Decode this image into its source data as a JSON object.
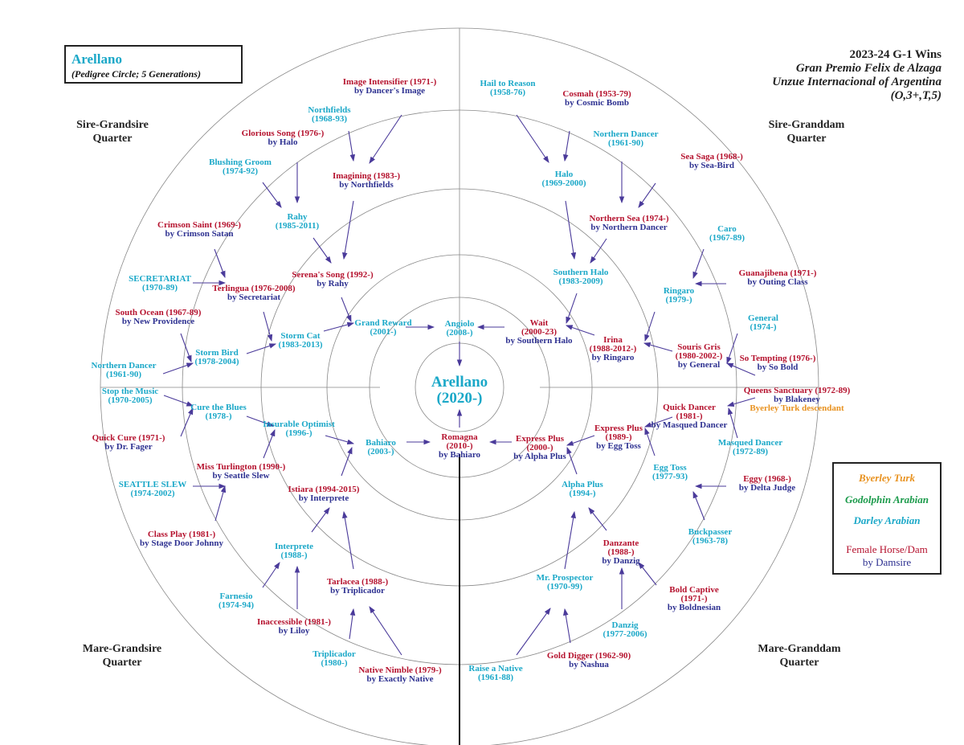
{
  "title_box": {
    "horse": "Arellano",
    "subtitle": "(Pedigree Circle; 5 Generations)"
  },
  "race_title": {
    "line1": "2023-24 G-1 Wins",
    "line2": "Gran Premio Felix de Alzaga",
    "line3": "Unzue Internacional of Argentina",
    "line4": "(O,3+,T,5)"
  },
  "quarters": {
    "sire_grandsire": [
      "Sire-Grandsire",
      "Quarter"
    ],
    "sire_granddam": [
      "Sire-Granddam",
      "Quarter"
    ],
    "mare_grandsire": [
      "Mare-Grandsire",
      "Quarter"
    ],
    "mare_granddam": [
      "Mare-Granddam",
      "Quarter"
    ]
  },
  "legend": {
    "byerley": "Byerley Turk",
    "godolphin": "Godolphin Arabian",
    "darley": "Darley Arabian",
    "female": "Female Horse/Dam",
    "damsire": "by Damsire"
  },
  "colors": {
    "sire": "#1ba8c8",
    "dam": "#b5122e",
    "damsire": "#2e3191",
    "byerley": "#e8911e",
    "godolphin": "#1a9a4a",
    "darley": "#1ba8c8"
  },
  "nodes": [
    {
      "type": "center",
      "lines": [
        "Arellano",
        "(2020-)"
      ]
    },
    {
      "type": "sire",
      "lines": [
        "Angiolo",
        "(2008-)"
      ]
    },
    {
      "type": "dam",
      "lines": [
        "Romagna",
        "(2010-)",
        "by Bahiaro"
      ]
    },
    {
      "type": "sire",
      "lines": [
        "Grand Reward",
        "(2001-)"
      ]
    },
    {
      "type": "dam",
      "lines": [
        "Wait",
        "(2000-23)",
        "by Southern Halo"
      ]
    },
    {
      "type": "sire",
      "lines": [
        "Bahiaro",
        "(2003-)"
      ]
    },
    {
      "type": "dam",
      "lines": [
        "Express Plus",
        "(2000-)",
        "by Alpha Plus"
      ]
    },
    {
      "type": "sire",
      "lines": [
        "Storm Cat",
        "(1983-2013)"
      ]
    },
    {
      "type": "dam",
      "lines": [
        "Serena's Song (1992-)",
        "by Rahy"
      ]
    },
    {
      "type": "sire",
      "lines": [
        "Southern Halo",
        "(1983-2009)"
      ]
    },
    {
      "type": "dam",
      "lines": [
        "Irina",
        "(1988-2012-)",
        "by Ringaro"
      ]
    },
    {
      "type": "sire",
      "lines": [
        "Insurable Optimist",
        "(1996-)"
      ]
    },
    {
      "type": "dam",
      "lines": [
        "Istiara (1994-2015)",
        "by Interprete"
      ]
    },
    {
      "type": "sire",
      "lines": [
        "Alpha Plus",
        "(1994-)"
      ]
    },
    {
      "type": "dam",
      "lines": [
        "Express Plus",
        "(1989-)",
        "by Egg Toss"
      ]
    },
    {
      "type": "sire",
      "lines": [
        "Rahy",
        "(1985-2011)"
      ]
    },
    {
      "type": "dam",
      "lines": [
        "Imagining (1983-)",
        "by Northfields"
      ]
    },
    {
      "type": "dam",
      "lines": [
        "Terlingua (1976-2008)",
        "by Secretariat"
      ]
    },
    {
      "type": "sire",
      "lines": [
        "Storm Bird",
        "(1978-2004)"
      ]
    },
    {
      "type": "sire",
      "lines": [
        "Halo",
        "(1969-2000)"
      ]
    },
    {
      "type": "dam",
      "lines": [
        "Northern Sea (1974-)",
        "by Northern Dancer"
      ]
    },
    {
      "type": "sire",
      "lines": [
        "Ringaro",
        "(1979-)"
      ]
    },
    {
      "type": "dam",
      "lines": [
        "Souris Gris",
        "(1980-2002-)",
        "by General"
      ]
    },
    {
      "type": "sire",
      "lines": [
        "Cure the Blues",
        "(1978-)"
      ]
    },
    {
      "type": "dam",
      "lines": [
        "Miss Turlington (1990-)",
        "by Seattle Slew"
      ]
    },
    {
      "type": "sire",
      "lines": [
        "Interprete",
        "(1988-)"
      ]
    },
    {
      "type": "dam",
      "lines": [
        "Tarlacea (1988-)",
        "by Triplicador"
      ]
    },
    {
      "type": "sire",
      "lines": [
        "Mr. Prospector",
        "(1970-99)"
      ]
    },
    {
      "type": "dam",
      "lines": [
        "Danzante",
        "(1988-)",
        "by Danzig"
      ]
    },
    {
      "type": "sire",
      "lines": [
        "Egg Toss",
        "(1977-93)"
      ]
    },
    {
      "type": "dam",
      "lines": [
        "Quick Dancer",
        "(1981-)",
        "by Masqued Dancer"
      ]
    },
    {
      "type": "dam",
      "lines": [
        "Image Intensifier (1971-)",
        "by Dancer's Image"
      ]
    },
    {
      "type": "sire",
      "lines": [
        "Northfields",
        "(1968-93)"
      ]
    },
    {
      "type": "dam",
      "lines": [
        "Glorious Song (1976-)",
        "by Halo"
      ]
    },
    {
      "type": "sire",
      "lines": [
        "Blushing Groom",
        "(1974-92)"
      ]
    },
    {
      "type": "dam",
      "lines": [
        "Crimson Saint (1969-)",
        "by Crimson Satan"
      ]
    },
    {
      "type": "sire",
      "lines": [
        "SECRETARIAT",
        "(1970-89)"
      ]
    },
    {
      "type": "dam",
      "lines": [
        "South Ocean (1967-89)",
        "by New Providence"
      ]
    },
    {
      "type": "sire",
      "lines": [
        "Northern Dancer",
        "(1961-90)"
      ]
    },
    {
      "type": "sire",
      "lines": [
        "Stop the Music",
        "(1970-2005)"
      ]
    },
    {
      "type": "dam",
      "lines": [
        "Quick Cure (1971-)",
        "by Dr. Fager"
      ]
    },
    {
      "type": "sire",
      "lines": [
        "SEATTLE SLEW",
        "(1974-2002)"
      ]
    },
    {
      "type": "dam",
      "lines": [
        "Class Play (1981-)",
        "by Stage Door Johnny"
      ]
    },
    {
      "type": "sire",
      "lines": [
        "Farnesio",
        "(1974-94)"
      ]
    },
    {
      "type": "dam",
      "lines": [
        "Inaccessible (1981-)",
        "by Liloy"
      ]
    },
    {
      "type": "sire",
      "lines": [
        "Triplicador",
        "(1980-)"
      ]
    },
    {
      "type": "dam",
      "lines": [
        "Native Nimble (1979-)",
        "by Exactly Native"
      ]
    },
    {
      "type": "sire",
      "lines": [
        "Raise a Native",
        "(1961-88)"
      ]
    },
    {
      "type": "dam",
      "lines": [
        "Gold Digger (1962-90)",
        "by Nashua"
      ]
    },
    {
      "type": "sire",
      "lines": [
        "Danzig",
        "(1977-2006)"
      ]
    },
    {
      "type": "dam",
      "lines": [
        "Bold Captive",
        "(1971-)",
        "by Boldnesian"
      ]
    },
    {
      "type": "sire",
      "lines": [
        "Buckpasser",
        "(1963-78)"
      ]
    },
    {
      "type": "dam",
      "lines": [
        "Eggy (1968-)",
        "by Delta Judge"
      ]
    },
    {
      "type": "sire",
      "lines": [
        "Masqued Dancer",
        "(1972-89)"
      ]
    },
    {
      "type": "dam",
      "lines": [
        "Queens Sanctuary (1972-89)",
        "by Blakeney"
      ],
      "note": "Byerley Turk descendant"
    },
    {
      "type": "dam",
      "lines": [
        "So Tempting (1976-)",
        "by So Bold"
      ]
    },
    {
      "type": "sire",
      "lines": [
        "General",
        "(1974-)"
      ]
    },
    {
      "type": "dam",
      "lines": [
        "Guanajibena (1971-)",
        "by Outing Class"
      ]
    },
    {
      "type": "sire",
      "lines": [
        "Caro",
        "(1967-89)"
      ]
    },
    {
      "type": "dam",
      "lines": [
        "Sea Saga (1968-)",
        "by Sea-Bird"
      ]
    },
    {
      "type": "sire",
      "lines": [
        "Northern Dancer",
        "(1961-90)"
      ]
    },
    {
      "type": "dam",
      "lines": [
        "Cosmah (1953-79)",
        "by Cosmic Bomb"
      ]
    },
    {
      "type": "sire",
      "lines": [
        "Hail to Reason",
        "(1958-76)"
      ]
    }
  ]
}
